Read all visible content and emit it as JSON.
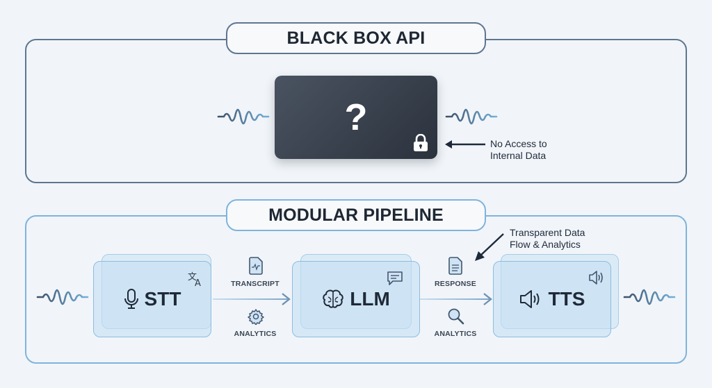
{
  "black_box": {
    "title": "BLACK BOX API",
    "center_symbol": "?",
    "lock_icon": "lock-icon",
    "note_line1": "No Access to",
    "note_line2": "Internal Data"
  },
  "pipeline": {
    "title": "MODULAR PIPELINE",
    "annotation_line1": "Transparent Data",
    "annotation_line2": "Flow & Analytics",
    "stages": [
      {
        "label": "STT",
        "icon": "microphone-icon",
        "corner_icon": "translate-icon"
      },
      {
        "label": "LLM",
        "icon": "brain-icon",
        "corner_icon": "chat-bubble-icon"
      },
      {
        "label": "TTS",
        "icon": "speaker-icon",
        "corner_icon": "speaker-icon"
      }
    ],
    "connectors": [
      {
        "top_label": "TRANSCRIPT",
        "top_icon": "audio-file-icon",
        "bottom_label": "ANALYTICS",
        "bottom_icon": "gear-icon"
      },
      {
        "top_label": "RESPONSE",
        "top_icon": "document-icon",
        "bottom_label": "ANALYTICS",
        "bottom_icon": "magnifier-icon"
      }
    ]
  },
  "colors": {
    "black_box_outline": "#5f7590",
    "pipeline_outline": "#7fb3dd",
    "card_fill": "#c4dff4",
    "black_box_fill": "#2b323d"
  }
}
